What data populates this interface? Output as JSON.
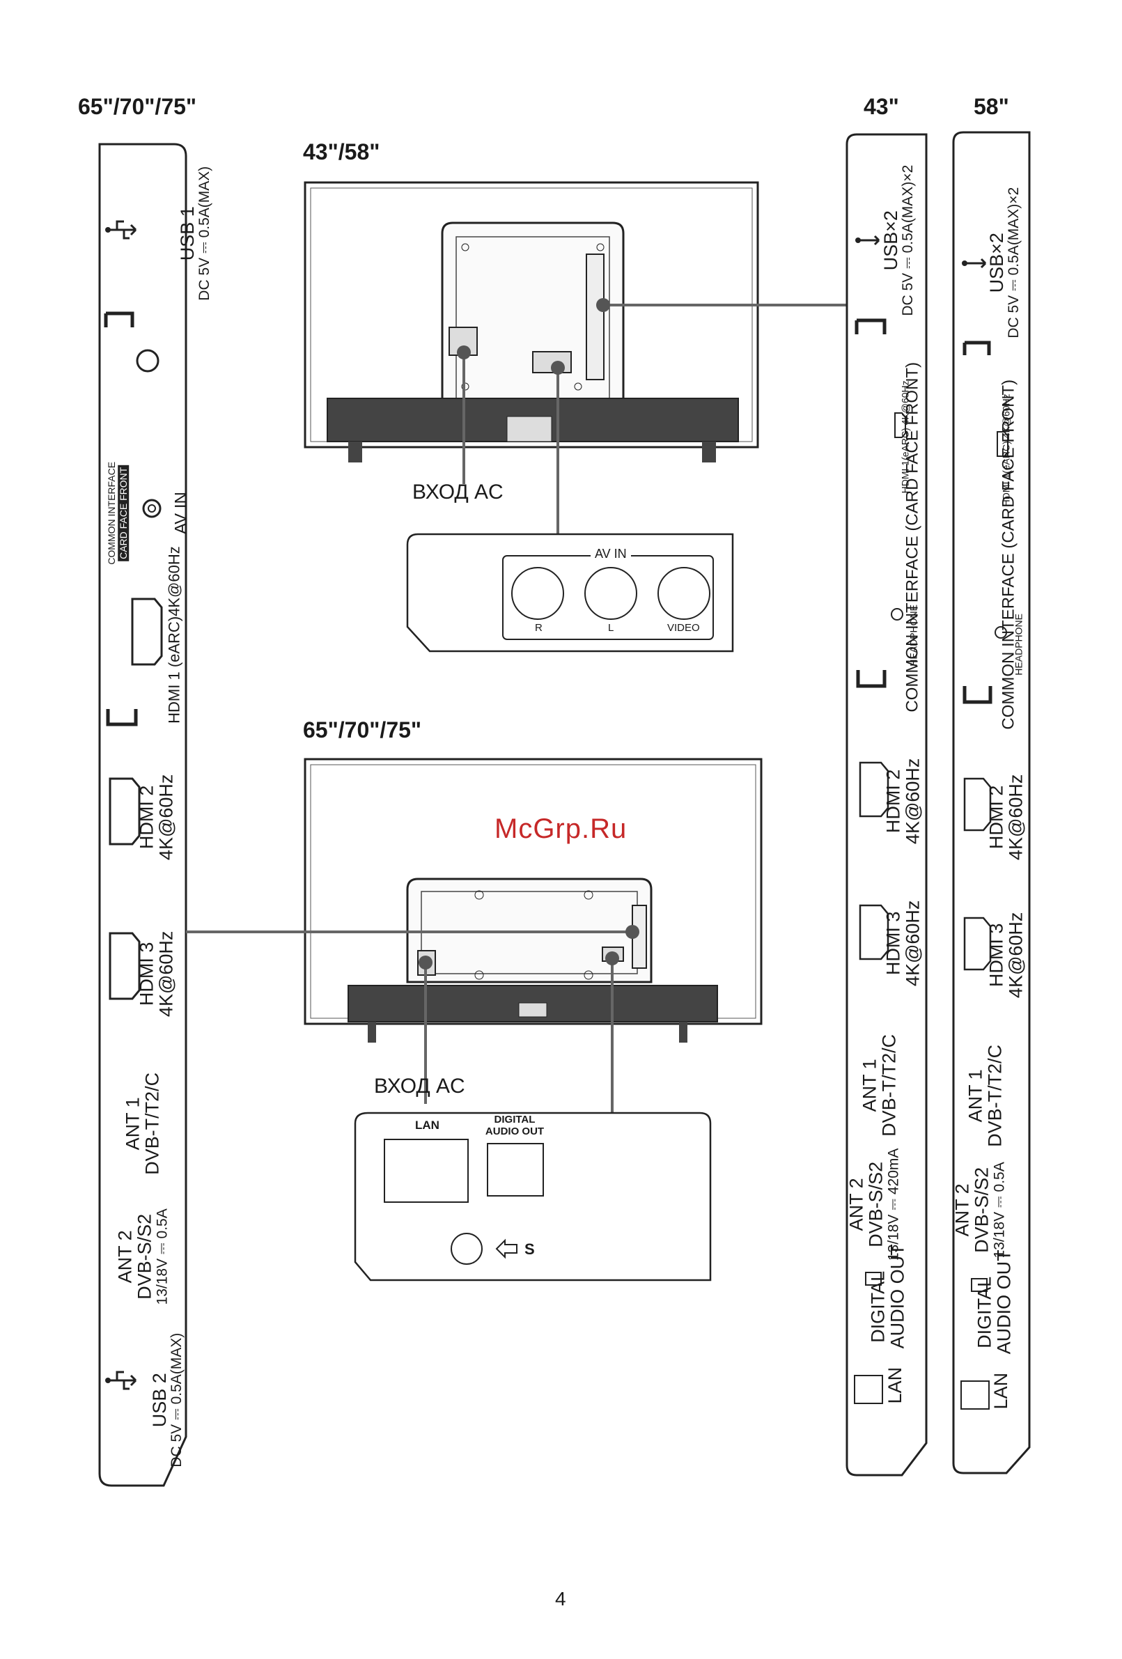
{
  "headers": {
    "left_panel": "65\"/70\"/75\"",
    "tv_small": "43\"/58\"",
    "tv_large": "65\"/70\"/75\"",
    "panel_43": "43\"",
    "panel_58": "58\""
  },
  "labels": {
    "ac_input_small": "ВХОД AC",
    "ac_input_large": "ВХОД AC",
    "watermark": "McGrp.Ru",
    "page_number": "4"
  },
  "av_box": {
    "title": "AV IN",
    "r": "R",
    "l": "L",
    "video": "VIDEO"
  },
  "lan_box": {
    "lan": "LAN",
    "digital_line1": "DIGITAL",
    "digital_line2": "AUDIO OUT",
    "s": "S"
  },
  "left_panel": {
    "usb1_a": "USB 1",
    "usb1_b": "DC 5V ⎓ 0.5A(MAX)",
    "ci_a": "COMMON INTERFACE",
    "ci_b": "CARD FACE FRONT",
    "av_in": "AV IN",
    "hdmi1": "HDMI 1 (eARC)4K@60Hz",
    "hdmi2_a": "HDMI 2",
    "hdmi2_b": "4K@60Hz",
    "hdmi3_a": "HDMI 3",
    "hdmi3_b": "4K@60Hz",
    "ant1_a": "ANT 1",
    "ant1_b": "DVB-T/T2/C",
    "ant2_a": "ANT 2",
    "ant2_b": "DVB-S/S2",
    "ant2_c": "13/18V ⎓ 0.5A",
    "usb2_a": "USB 2",
    "usb2_b": "DC 5V ⎓ 0.5A(MAX)"
  },
  "panel43": {
    "usb_a": "USB×2",
    "usb_b": "DC 5V ⎓ 0.5A(MAX)×2",
    "ci": "COMMON INTERFACE (CARD FACE FRONT)",
    "hdmi1": "HDMI 1(eARC) 4K@60Hz",
    "headphone": "HEADPHONE",
    "hdmi2_a": "HDMI 2",
    "hdmi2_b": "4K@60Hz",
    "hdmi3_a": "HDMI 3",
    "hdmi3_b": "4K@60Hz",
    "ant1_a": "ANT 1",
    "ant1_b": "DVB-T/T2/C",
    "ant2_a": "ANT 2",
    "ant2_b": "DVB-S/S2",
    "ant2_c": "13/18V ⎓ 420mA",
    "digital_a": "DIGITAL",
    "digital_b": "AUDIO OUT",
    "lan": "LAN"
  },
  "panel58": {
    "usb_a": "USB×2",
    "usb_b": "DC 5V ⎓ 0.5A(MAX)×2",
    "ci": "COMMON INTERFACE (CARD FACE FRONT)",
    "hdmi1": "HDMI 1(eARC) 4K@60Hz",
    "headphone": "HEADPHONE",
    "hdmi2_a": "HDMI 2",
    "hdmi2_b": "4K@60Hz",
    "hdmi3_a": "HDMI 3",
    "hdmi3_b": "4K@60Hz",
    "ant1_a": "ANT 1",
    "ant1_b": "DVB-T/T2/C",
    "ant2_a": "ANT 2",
    "ant2_b": "DVB-S/S2",
    "ant2_c": "13/18V ⎓ 0.5A",
    "digital_a": "DIGITAL",
    "digital_b": "AUDIO OUT",
    "lan": "LAN"
  }
}
